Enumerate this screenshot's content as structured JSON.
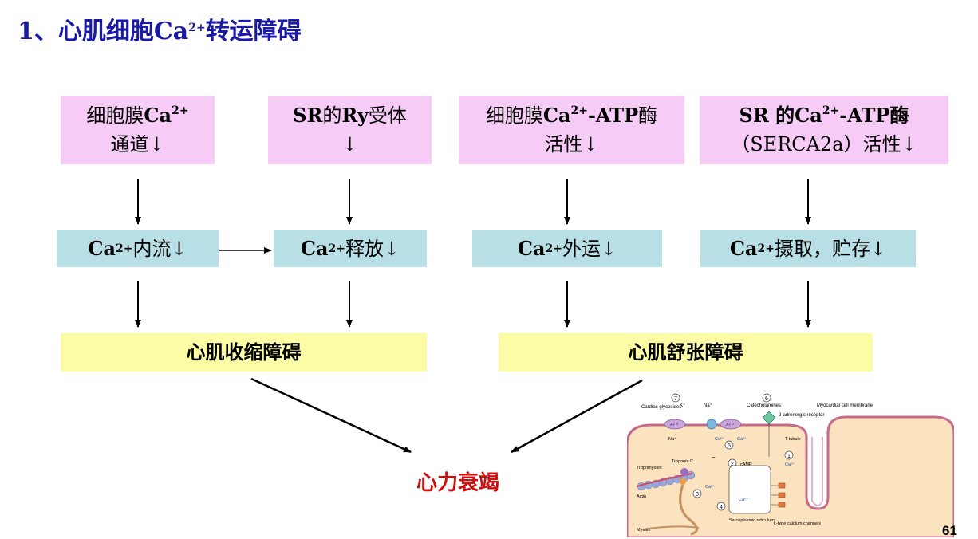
{
  "title": {
    "prefix": "1、心肌细胞Ca",
    "sup": "2+",
    "suffix": "转运障碍"
  },
  "top_boxes": [
    {
      "line1_a": "细胞膜",
      "line1_b": "Ca",
      "line1_sup": "2+",
      "line1_c": "",
      "line2": "通道↓"
    },
    {
      "line1_a": "SR",
      "line1_b": "的",
      "line1_c": "Ry",
      "line1_d": "受体",
      "line2": "↓"
    },
    {
      "line1_a": "细胞膜",
      "line1_b": "Ca",
      "line1_sup": "2+",
      "line1_c": "-ATP",
      "line1_d": "酶",
      "line2": "活性↓"
    },
    {
      "line1_a": "SR 的",
      "line1_b": "Ca",
      "line1_sup": "2+",
      "line1_c": "-ATP",
      "line1_d": "酶",
      "line2": "（SERCA2a）活性↓"
    }
  ],
  "middle_boxes": [
    {
      "ca": "Ca",
      "sup": "2+",
      "text": "内流↓"
    },
    {
      "ca": "Ca",
      "sup": "2+",
      "text": "释放↓"
    },
    {
      "ca": "Ca",
      "sup": "2+",
      "text": "外运↓"
    },
    {
      "ca": "Ca",
      "sup": "2+",
      "text": "摄取，贮存↓"
    }
  ],
  "bottom_boxes": [
    "心肌收缩障碍",
    "心肌舒张障碍"
  ],
  "outcome": "心力衰竭",
  "page_number": "61",
  "figure": {
    "labels": {
      "cardiac_glycosides": "Cardiac glycosides",
      "k": "K⁺",
      "na_top": "Na⁺",
      "catecholamines": "Catecholamines",
      "beta_receptor": "β-adrenergic receptor",
      "myocardial_membrane": "Myocardial cell membrane",
      "atp1": "ATP",
      "atp2": "ATP",
      "na_in": "Na⁺",
      "ca1": "Ca²⁺",
      "ca2": "Ca²⁺",
      "t_tubule": "T tubule",
      "ca3": "Ca²⁺",
      "camp": "cAMP",
      "tropomyosin": "Tropomyosin",
      "troponin_c": "Troponin C",
      "actin": "Actin",
      "ca4": "Ca²⁺",
      "ca5": "Ca²⁺",
      "sr": "Sarcoplasmic reticulum",
      "myosin": "Myosin",
      "ltype": "L-type calcium channels",
      "minus": "−"
    },
    "numbers": [
      "1",
      "2",
      "3",
      "4",
      "5",
      "6",
      "7"
    ]
  },
  "colors": {
    "title": "#1a1aa6",
    "pink": "#f6ccf6",
    "cyan": "#b7dfe5",
    "yellow": "#fcfca7",
    "outcome": "#cc1111",
    "cell_fill": "#fbe3bf",
    "cell_stroke": "#c56a8a"
  }
}
